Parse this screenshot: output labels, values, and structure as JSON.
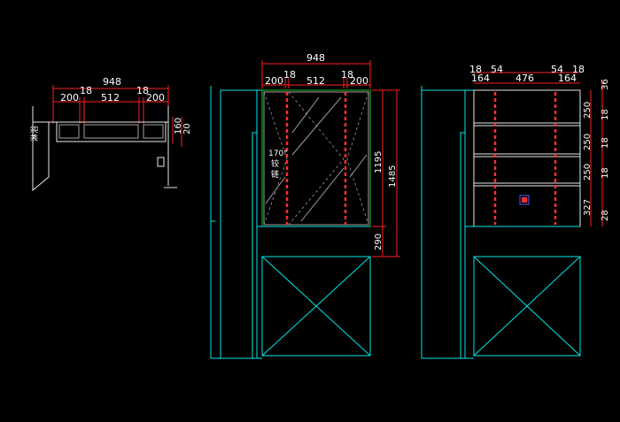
{
  "plan_view": {
    "overall": "948",
    "parts": [
      "200",
      "18",
      "512",
      "18",
      "200"
    ],
    "side_dims": [
      "160",
      "20"
    ],
    "label": "淋浴"
  },
  "front_elevation": {
    "overall": "948",
    "top_small": [
      "18",
      "18"
    ],
    "parts": [
      "200",
      "512",
      "200"
    ],
    "right_dims": [
      "1195",
      "1485",
      "290"
    ],
    "hinge_angle": "170°",
    "hinge_label_1": "铰",
    "hinge_label_2": "链"
  },
  "interior_elevation": {
    "top_row_1": [
      "18",
      "54",
      "54",
      "18"
    ],
    "top_row_2": [
      "164",
      "476",
      "164"
    ],
    "right_outer": [
      "36",
      "18",
      "18",
      "18",
      "28"
    ],
    "right_inner": [
      "250",
      "250",
      "250",
      "327"
    ]
  },
  "colors": {
    "background": "#000000",
    "dimension": "#ff2020",
    "outline": "#00e8e8",
    "frame": "#e8e8e8",
    "mirror_frame": "#20c020"
  }
}
